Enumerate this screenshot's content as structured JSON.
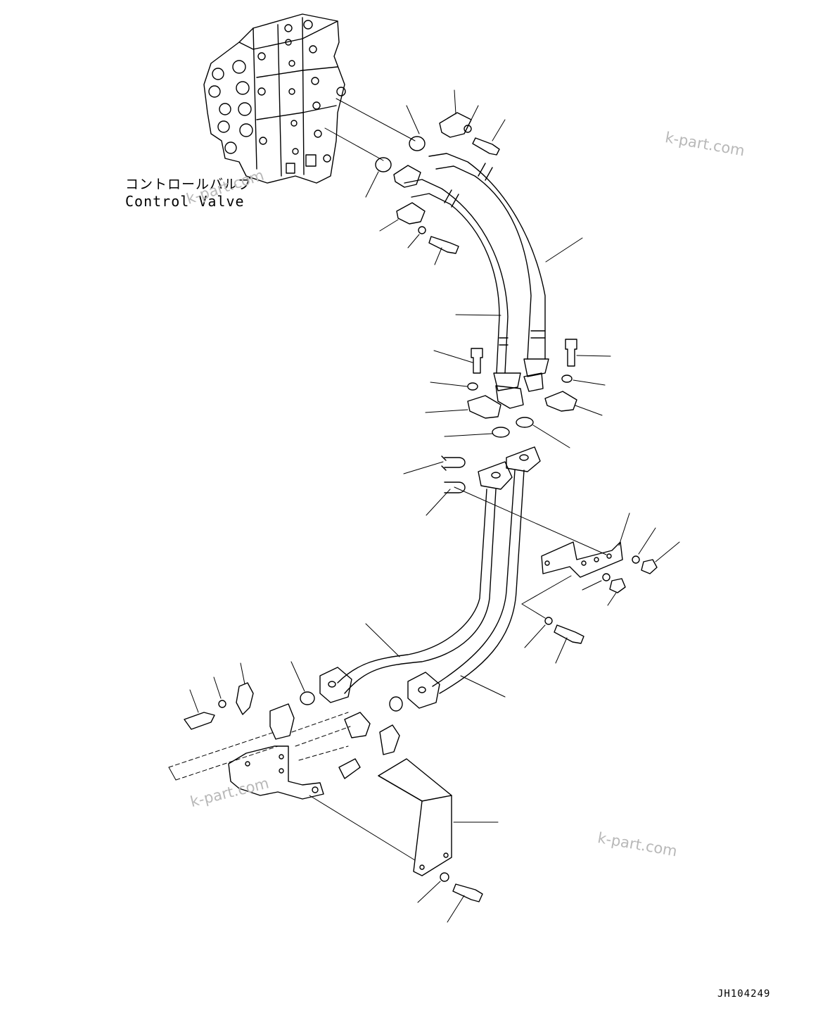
{
  "labels": {
    "component_jp": "コントロールバルブ",
    "component_en": "Control Valve",
    "drawing_code": "JH104249"
  },
  "watermark": "k-part.com",
  "colors": {
    "line": "#000000",
    "watermark": "#b8b8b8",
    "background": "#ffffff"
  }
}
